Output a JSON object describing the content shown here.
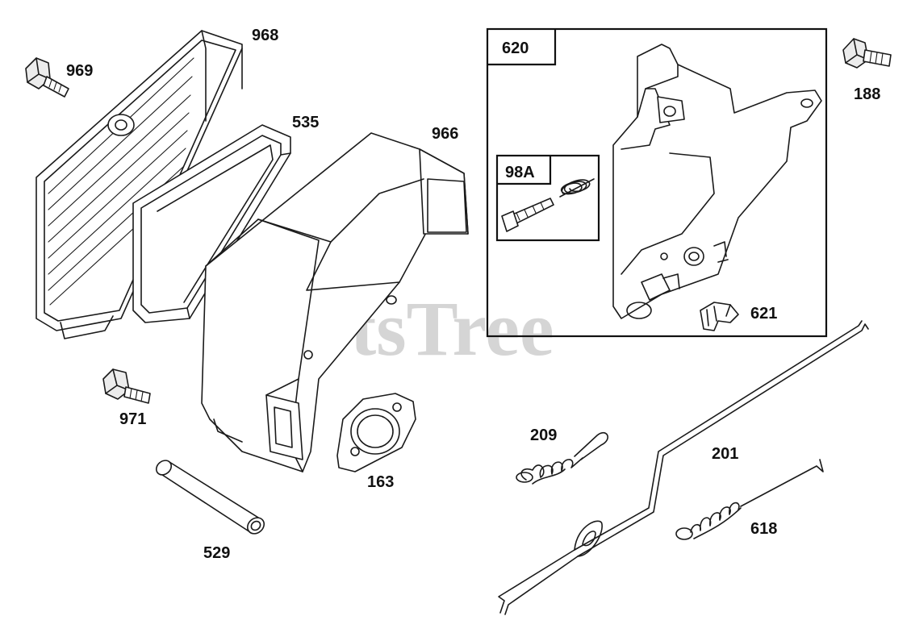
{
  "watermark": "PartsTree",
  "callout_box": {
    "label": "620"
  },
  "sub_box": {
    "label": "98A"
  },
  "parts": {
    "p968": "968",
    "p969": "969",
    "p535": "535",
    "p966": "966",
    "p188": "188",
    "p621": "621",
    "p971": "971",
    "p163": "163",
    "p529": "529",
    "p209": "209",
    "p201": "201",
    "p618": "618"
  }
}
